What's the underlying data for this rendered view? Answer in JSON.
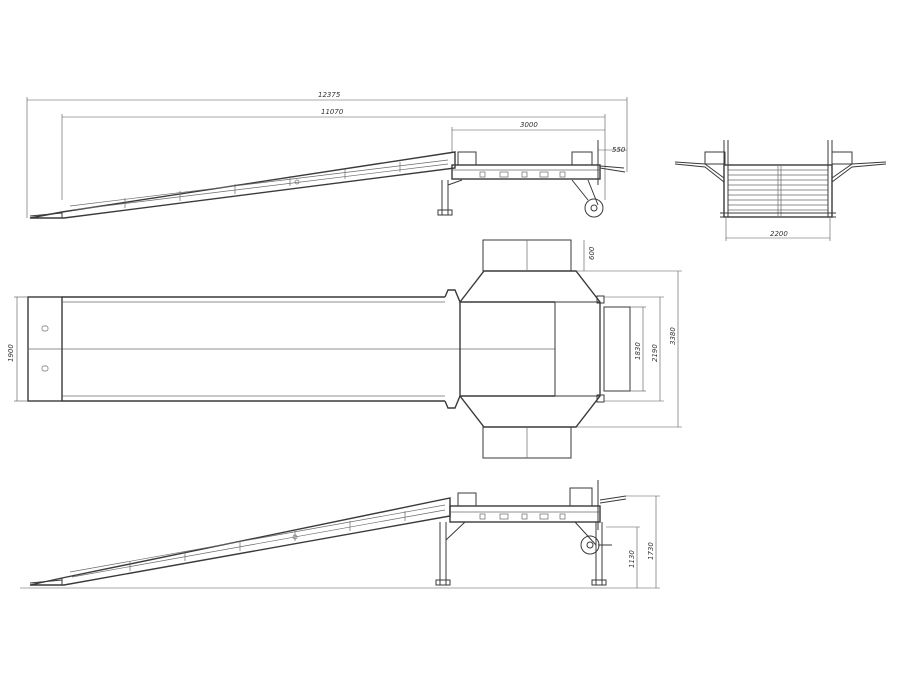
{
  "dimensions": {
    "overall_length": "12375",
    "ramp_length": "11070",
    "platform_length": "3000",
    "lip_length": "550",
    "front_width": "2200",
    "side_platform": "600",
    "inner_width": "1830",
    "deck_width": "2190",
    "total_width": "3380",
    "ramp_width": "1900",
    "height_top": "1730",
    "height_low": "1130"
  },
  "views": [
    "side-view-top",
    "front-view",
    "plan-view",
    "side-view-bottom"
  ]
}
